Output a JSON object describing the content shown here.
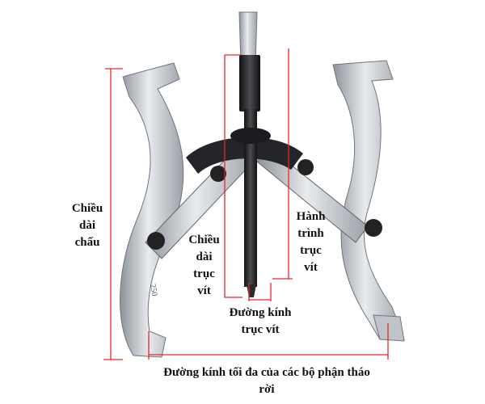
{
  "labels": {
    "jaw_length": [
      "Chiều",
      "dài",
      "chấu"
    ],
    "screw_length": [
      "Chiều",
      "dài",
      "trục",
      "vít"
    ],
    "screw_travel": [
      "Hành",
      "trình",
      "trục",
      "vít"
    ],
    "screw_diameter": [
      "Đường kính",
      "trục vít"
    ],
    "max_diameter": [
      "Đường kính tối đa của các bộ phận tháo",
      "rời"
    ]
  },
  "jaw_marking": "250",
  "colors": {
    "dimension_line": "#e8262a",
    "steel": "#c7ccd2",
    "screw": "#1e1f22"
  }
}
